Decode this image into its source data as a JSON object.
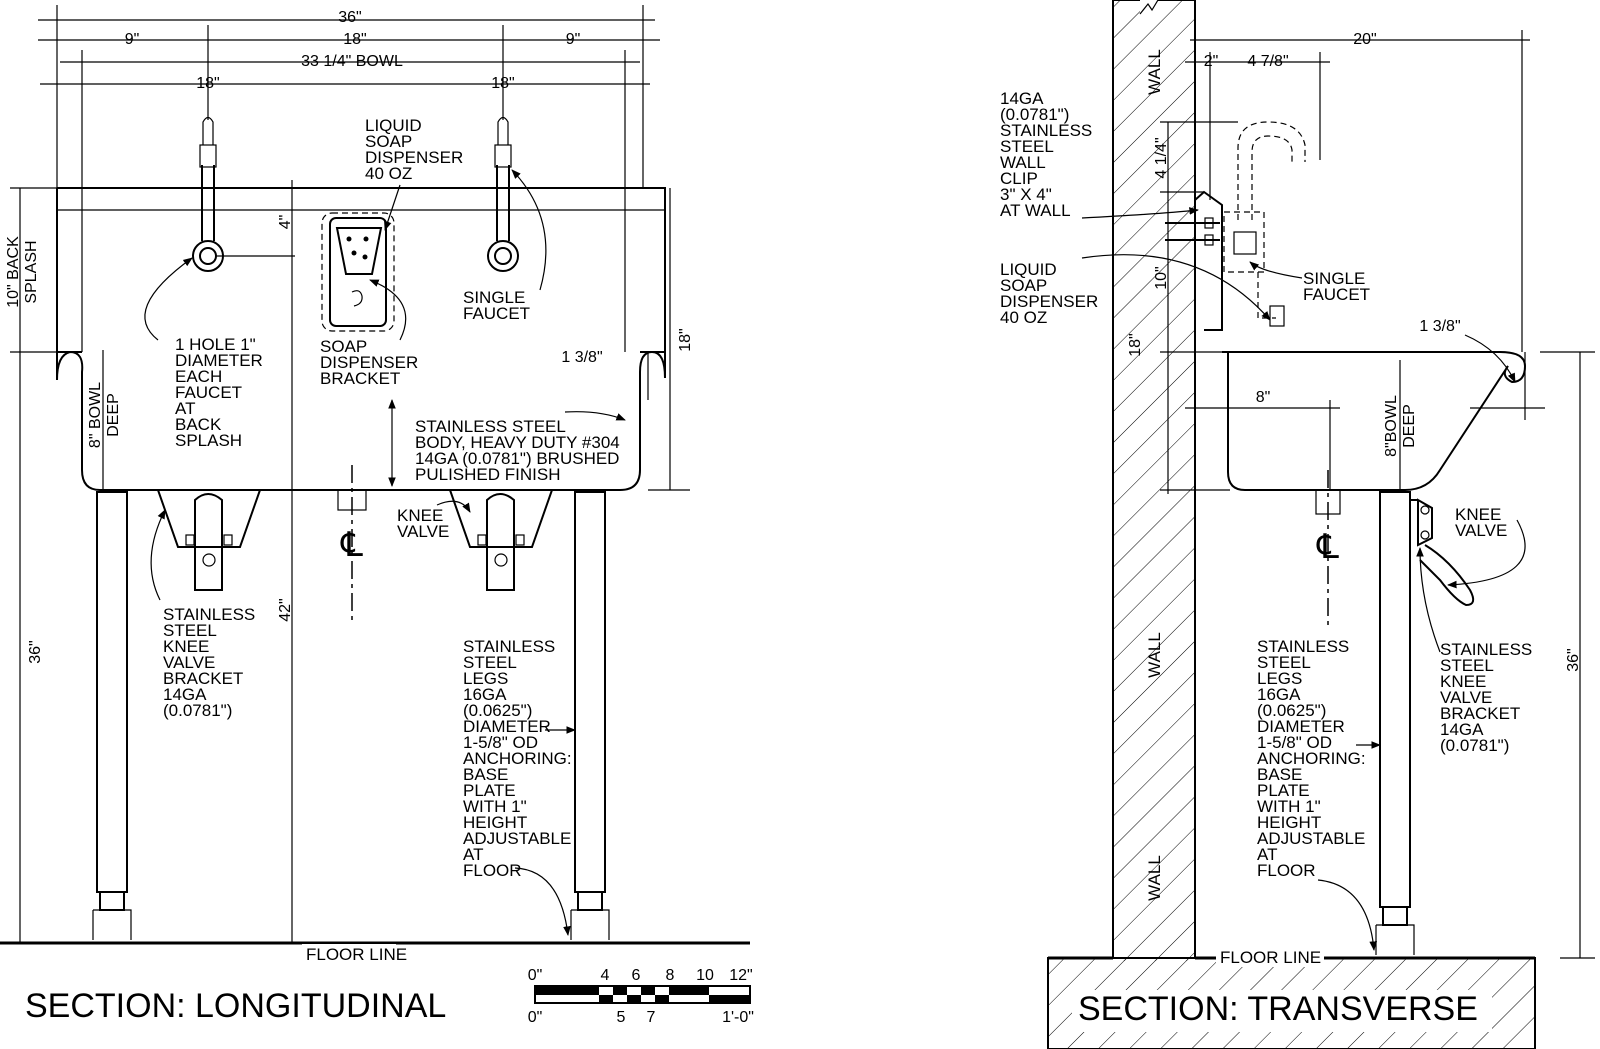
{
  "longitudinal": {
    "title": "SECTION: LONGITUDINAL",
    "dims": {
      "overall": "36\"",
      "left_9": "9\"",
      "center_18": "18\"",
      "right_9": "9\"",
      "bowl": "33 1/4\" BOWL",
      "faucet_left_18": "18\"",
      "faucet_right_18": "18\"",
      "back_splash": [
        "10\" BACK",
        "SPLASH"
      ],
      "four": "4\"",
      "eighteen_right": "18\"",
      "one_three_eighths": "1 3/8\"",
      "bowl_deep": [
        "8\" BOWL",
        "DEEP"
      ],
      "forty_two": "42\"",
      "thirty_six": "36\""
    },
    "labels": {
      "liquid_soap": [
        "LIQUID",
        "SOAP",
        "DISPENSER",
        "40 OZ"
      ],
      "single_faucet": [
        "SINGLE",
        "FAUCET"
      ],
      "hole": [
        "1 HOLE 1\"",
        "DIAMETER",
        "EACH",
        "FAUCET",
        "AT",
        "BACK",
        "SPLASH"
      ],
      "soap_bracket": [
        "SOAP",
        "DISPENSER",
        "BRACKET"
      ],
      "body": [
        "STAINLESS STEEL",
        "BODY, HEAVY DUTY #304",
        "14GA (0.0781\") BRUSHED",
        "PULISHED FINISH"
      ],
      "knee_valve": [
        "KNEE",
        "VALVE"
      ],
      "knee_bracket": [
        "STAINLESS",
        "STEEL",
        "KNEE",
        "VALVE",
        "BRACKET",
        "14GA",
        "(0.0781\")"
      ],
      "legs": [
        "STAINLESS",
        "STEEL",
        "LEGS",
        "16GA",
        "(0.0625\")",
        "DIAMETER",
        "1-5/8\" OD",
        "ANCHORING:",
        "BASE",
        "PLATE",
        "WITH 1\"",
        "HEIGHT",
        "ADJUSTABLE",
        "AT",
        "FLOOR"
      ],
      "floor_line": "FLOOR LINE",
      "centerline": "℄"
    }
  },
  "scale_bar": {
    "top": [
      "0\"",
      "4",
      "6",
      "8",
      "10",
      "12\""
    ],
    "bottom": [
      "0\"",
      "5",
      "7",
      "1'-0\""
    ]
  },
  "transverse": {
    "title": "SECTION: TRANSVERSE",
    "dims": {
      "twenty": "20\"",
      "two": "2\"",
      "four_seven_eighths": "4 7/8\"",
      "four_quarter": "4 1/4\"",
      "ten": "10\"",
      "eighteen": "18\"",
      "one_three_eighths": "1 3/8\"",
      "eight": "8\"",
      "bowl_deep": [
        "8\"BOWL",
        "DEEP"
      ],
      "thirty_six": "36\""
    },
    "labels": {
      "wall": "WALL",
      "clip": [
        "14GA",
        "(0.0781\")",
        "STAINLESS",
        "STEEL",
        "WALL",
        "CLIP",
        "3\" X 4\"",
        "AT WALL"
      ],
      "liquid_soap": [
        "LIQUID",
        "SOAP",
        "DISPENSER",
        "40 OZ"
      ],
      "single_faucet": [
        "SINGLE",
        "FAUCET"
      ],
      "knee_valve": [
        "KNEE",
        "VALVE"
      ],
      "knee_bracket": [
        "STAINLESS",
        "STEEL",
        "KNEE",
        "VALVE",
        "BRACKET",
        "14GA",
        "(0.0781\")"
      ],
      "legs": [
        "STAINLESS",
        "STEEL",
        "LEGS",
        "16GA",
        "(0.0625\")",
        "DIAMETER",
        "1-5/8\" OD",
        "ANCHORING:",
        "BASE",
        "PLATE",
        "WITH 1\"",
        "HEIGHT",
        "ADJUSTABLE",
        "AT",
        "FLOOR"
      ],
      "floor_line": "FLOOR LINE",
      "centerline": "℄"
    }
  }
}
